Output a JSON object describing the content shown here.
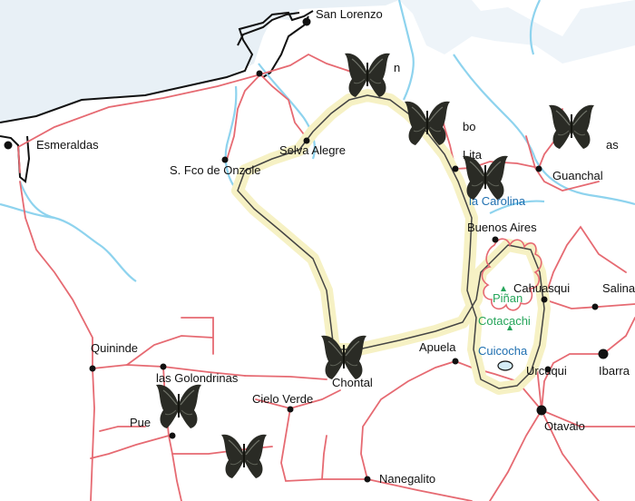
{
  "map": {
    "colors": {
      "sea": "#e8f0f6",
      "coast": "#111111",
      "river": "#8ed3ee",
      "road": "#e66a72",
      "route": "#444444",
      "route_glow": "#f6f1c4",
      "label": "#111111",
      "water_label": "#1f6fb0",
      "peak_label": "#27a55b",
      "butterfly": "#2a2b25"
    },
    "places": {
      "san_lorenzo": "San Lorenzo",
      "esmeraldas": "Esmeraldas",
      "selva_alegre": "Selva Alegre",
      "s_fco_onzole": "S. Fco de Onzole",
      "guanchal": "Guanchal",
      "la_carolina": "la Carolina",
      "buenos_aires": "Buenos Aires",
      "cahuasqui": "Cahuasqui",
      "salinas": "Salina",
      "ibarra": "Ibarra",
      "quininde": "Quininde",
      "golondrinas": "las Golondrinas",
      "chontal": "Chontal",
      "cielo_verde": "Cielo Verde",
      "apuela": "Apuela",
      "urcuqui": "Urcuqui",
      "otavalo": "Otavalo",
      "nanegalito": "Nanegalito",
      "pinan": "Piñan",
      "cotacachi": "Cotacachi",
      "cuicocha": "Cuicocha",
      "partial_n": "n",
      "partial_bo": "bo",
      "partial_lita": "Lita",
      "partial_as": "as",
      "partial_pue": "Pue"
    },
    "markers": {
      "butterfly_icon": "butterfly-icon",
      "peak_icon": "triangle-peak-icon"
    }
  }
}
